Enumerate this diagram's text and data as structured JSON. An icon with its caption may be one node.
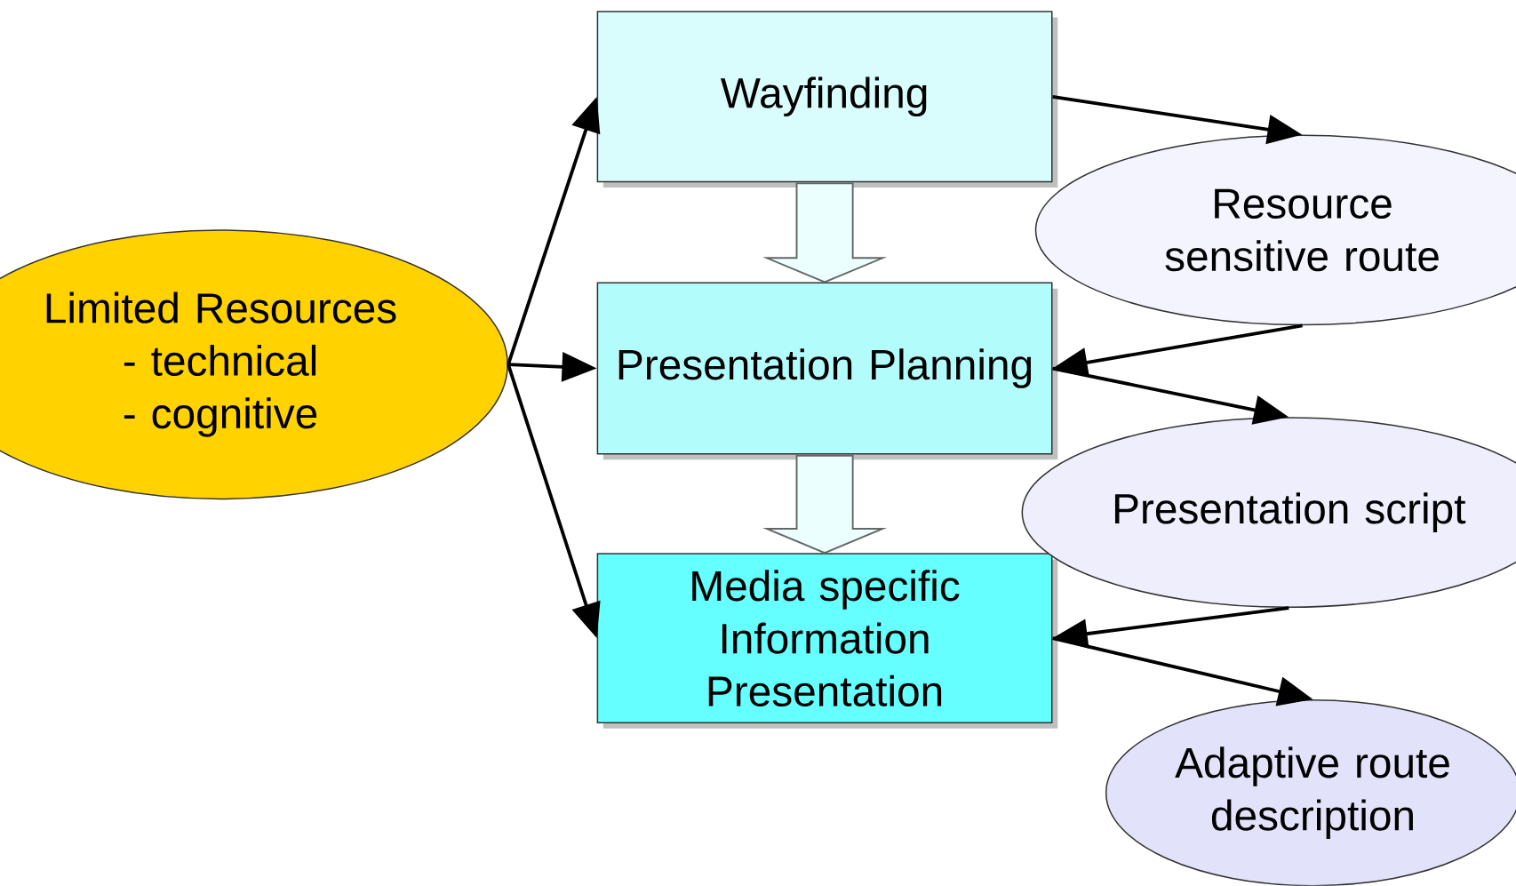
{
  "diagram": {
    "nodes": [
      {
        "text": [
          "Limited Resources",
          "- technical",
          "- cognitive"
        ]
      },
      {
        "text": [
          "Wayfinding"
        ]
      },
      {
        "text": [
          "Presentation Planning"
        ]
      },
      {
        "text": [
          "Media specific Information Presentation"
        ]
      },
      {
        "text": [
          "Resource sensitive route"
        ]
      },
      {
        "text": [
          "Presentation script"
        ]
      },
      {
        "text": [
          "Adaptive route description"
        ]
      }
    ],
    "edges": [
      {
        "from": 0,
        "to": 1,
        "arrow": "to"
      },
      {
        "from": 0,
        "to": 2,
        "arrow": "to"
      },
      {
        "from": 0,
        "to": 3,
        "arrow": "to"
      },
      {
        "from": 1,
        "to": 2,
        "arrow": "to",
        "style": "thick"
      },
      {
        "from": 2,
        "to": 3,
        "arrow": "to",
        "style": "thick"
      },
      {
        "from": 1,
        "to": 4,
        "arrow": "to"
      },
      {
        "from": 4,
        "to": 2,
        "arrow": "to"
      },
      {
        "from": 2,
        "to": 5,
        "arrow": "to"
      },
      {
        "from": 5,
        "to": 3,
        "arrow": "to"
      },
      {
        "from": 3,
        "to": 6,
        "arrow": "to"
      }
    ]
  }
}
